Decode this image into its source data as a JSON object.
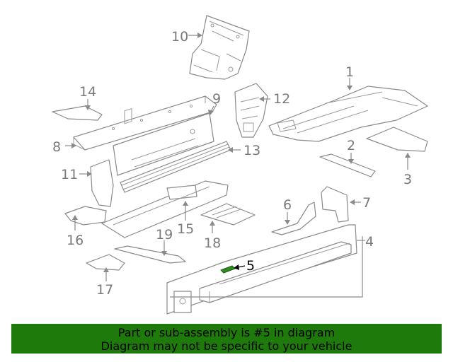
{
  "callouts": {
    "c1": "1",
    "c2": "2",
    "c3": "3",
    "c4": "4",
    "c5": "5",
    "c6": "6",
    "c7": "7",
    "c8": "8",
    "c9": "9",
    "c10": "10",
    "c11": "11",
    "c12": "12",
    "c13": "13",
    "c14": "14",
    "c15": "15",
    "c16": "16",
    "c17": "17",
    "c18": "18",
    "c19": "19"
  },
  "highlighted_callout": "5",
  "highlight_color": "#2e8b1e",
  "banner": {
    "line1": "Part or sub-assembly is #5 in diagram",
    "line2": "Diagram may not be specific to your vehicle",
    "background": "#1f7a0c"
  }
}
